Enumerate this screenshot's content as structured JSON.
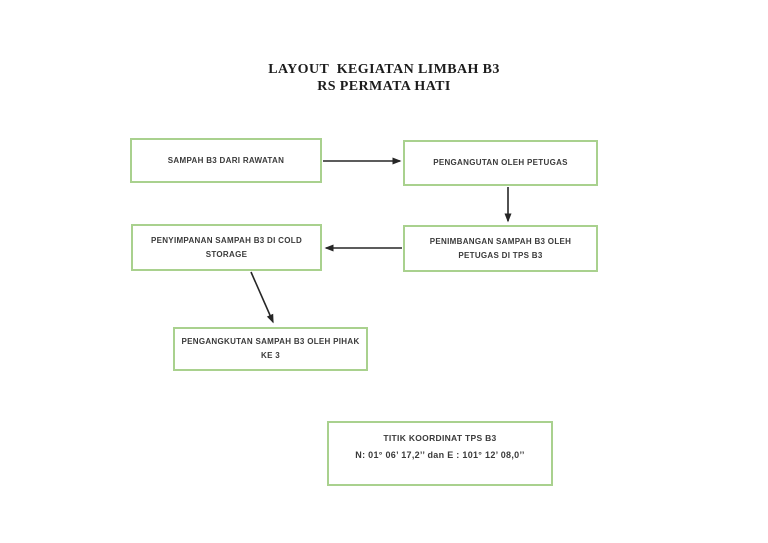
{
  "title": {
    "line1": "LAYOUT  KEGIATAN LIMBAH B3",
    "line2": "RS PERMATA HATI"
  },
  "colors": {
    "box_border": "#a9d18e",
    "arrow": "#262626",
    "box_text": "#3a3a3a",
    "title_text": "#1c1c1c",
    "background": "#ffffff"
  },
  "boxes": [
    {
      "name": "sampah-b3-dari-rawatan",
      "line1": "SAMPAH B3 DARI RAWATAN",
      "line2": ""
    },
    {
      "name": "pengangutan-oleh-petugas",
      "line1": "PENGANGUTAN OLEH PETUGAS",
      "line2": ""
    },
    {
      "name": "penimbangan-sampah-tps",
      "line1": "PENIMBANGAN SAMPAH B3 OLEH",
      "line2": "PETUGAS DI TPS B3"
    },
    {
      "name": "penyimpanan-cold-storage",
      "line1": "PENYIMPANAN SAMPAH B3 DI COLD",
      "line2": "STORAGE"
    },
    {
      "name": "pengangkutan-pihak-ke-3",
      "line1": "PENGANGKUTAN SAMPAH B3 OLEH PIHAK",
      "line2": "KE 3"
    }
  ],
  "coordinate_box": {
    "title": "TITIK KOORDINAT TPS B3",
    "value": "N: 01° 06’ 17,2’’ dan E : 101° 12’ 08,0’’"
  },
  "connections": [
    {
      "from": "sampah-b3-dari-rawatan",
      "to": "pengangutan-oleh-petugas",
      "direction": "right"
    },
    {
      "from": "pengangutan-oleh-petugas",
      "to": "penimbangan-sampah-tps",
      "direction": "down"
    },
    {
      "from": "penimbangan-sampah-tps",
      "to": "penyimpanan-cold-storage",
      "direction": "left"
    },
    {
      "from": "penyimpanan-cold-storage",
      "to": "pengangkutan-pihak-ke-3",
      "direction": "down-right"
    }
  ]
}
